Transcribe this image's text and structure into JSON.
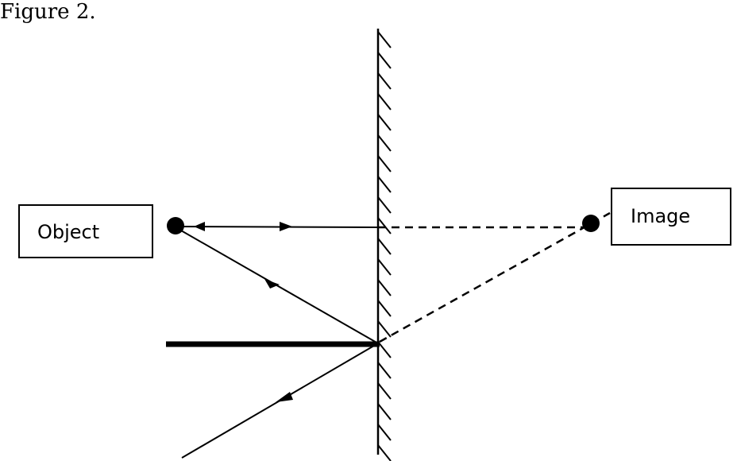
{
  "figure_title": "Figure 2.",
  "labels": {
    "object": "Object",
    "image": "Image"
  },
  "colors": {
    "ink": "#000000",
    "background": "#ffffff"
  }
}
